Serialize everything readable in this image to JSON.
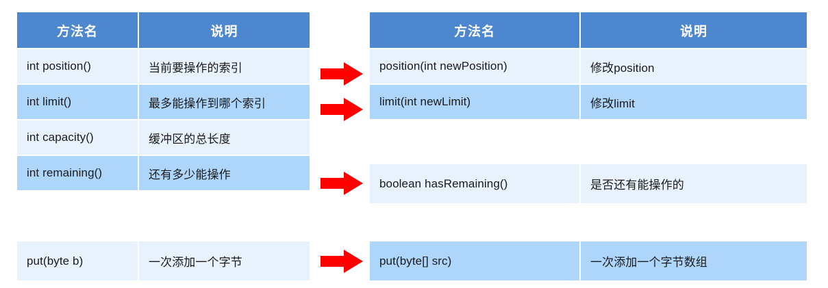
{
  "theme": {
    "header_bg": "#4D87D0",
    "row_light_bg": "#E8F2FC",
    "row_medium_bg": "#AED6FA",
    "arrow_color": "#FF0000",
    "page_bg": "#FFFFFF",
    "text_color": "#1A1A1A",
    "header_text_color": "#FFFFFF"
  },
  "left_table": {
    "name": "buffer-getter-methods-table",
    "headers": [
      "方法名",
      "说明"
    ],
    "groups": [
      {
        "rows": [
          {
            "method": "int position()",
            "description": "当前要操作的索引",
            "shade": "light"
          },
          {
            "method": "int limit()",
            "description": "最多能操作到哪个索引",
            "shade": "medium"
          },
          {
            "method": "int capacity()",
            "description": "缓冲区的总长度",
            "shade": "light"
          },
          {
            "method": "int remaining()",
            "description": "还有多少能操作",
            "shade": "medium"
          }
        ]
      },
      {
        "rows": [
          {
            "method": "put(byte b)",
            "description": "一次添加一个字节",
            "shade": "light"
          }
        ]
      }
    ]
  },
  "right_table": {
    "name": "buffer-setter-methods-table",
    "headers": [
      "方法名",
      "说明"
    ],
    "groups": [
      {
        "rows": [
          {
            "method": "position(int newPosition)",
            "description": "修改position",
            "shade": "light"
          },
          {
            "method": "limit(int newLimit)",
            "description": "修改limit",
            "shade": "medium"
          }
        ]
      },
      {
        "rows": [
          {
            "method": "boolean hasRemaining()",
            "description": "是否还有能操作的",
            "shade": "light"
          }
        ]
      },
      {
        "rows": [
          {
            "method": "put(byte[] src)",
            "description": "一次添加一个字节数组",
            "shade": "medium"
          }
        ]
      }
    ]
  },
  "arrows": [
    {
      "name": "arrow-position",
      "from_row": "int position()",
      "to_row": "position(int newPosition)"
    },
    {
      "name": "arrow-limit",
      "from_row": "int limit()",
      "to_row": "limit(int newLimit)"
    },
    {
      "name": "arrow-remaining",
      "from_row": "int remaining()",
      "to_row": "boolean hasRemaining()"
    },
    {
      "name": "arrow-put",
      "from_row": "put(byte b)",
      "to_row": "put(byte[] src)"
    }
  ]
}
